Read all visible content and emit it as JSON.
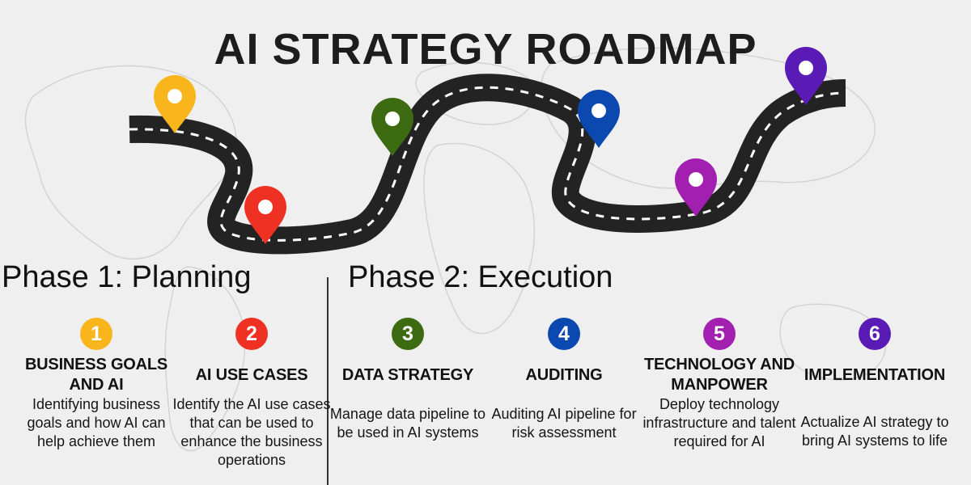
{
  "title": "AI STRATEGY ROADMAP",
  "phases": [
    {
      "label": "Phase 1: Planning"
    },
    {
      "label": "Phase 2: Execution"
    }
  ],
  "steps": [
    {
      "number": "1",
      "title": "BUSINESS GOALS AND AI",
      "description": "Identifying business goals and how AI can help achieve them",
      "color": "#f9b51c"
    },
    {
      "number": "2",
      "title": "AI  USE CASES",
      "description": "Identify the AI use cases that can be used to enhance the business operations",
      "color": "#ef3124"
    },
    {
      "number": "3",
      "title": "DATA STRATEGY",
      "description": "Manage data pipeline to be used in AI systems",
      "color": "#3d6b12"
    },
    {
      "number": "4",
      "title": "AUDITING",
      "description": "Auditing AI pipeline for risk assessment",
      "color": "#0b48b0"
    },
    {
      "number": "5",
      "title": "TECHNOLOGY AND MANPOWER",
      "description": "Deploy technology infrastructure and talent required for AI",
      "color": "#a21fb0"
    },
    {
      "number": "6",
      "title": "IMPLEMENTATION",
      "description": "Actualize AI strategy to bring AI systems to life",
      "color": "#5a1ab5"
    }
  ]
}
